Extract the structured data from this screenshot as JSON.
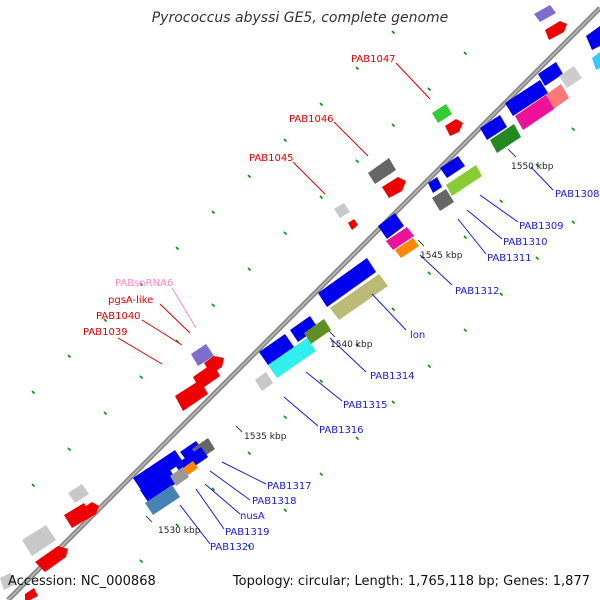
{
  "title": "Pyrococcus abyssi GE5, complete genome",
  "footer": {
    "accession": "Accession: NC_000868",
    "summary": "Topology: circular; Length: 1,765,118 bp; Genes: 1,877"
  },
  "scale_labels": [
    "1530 kbp",
    "1535 kbp",
    "1540 kbp",
    "1545 kbp",
    "1550 kbp"
  ],
  "gene_labels_top": [
    "PAB1047",
    "PAB1046",
    "PAB1045",
    "PABsnRNA6",
    "pgsA-like",
    "PAB1040",
    "PAB1039"
  ],
  "gene_labels_bottom": [
    "PAB1308",
    "PAB1309",
    "PAB1310",
    "PAB1311",
    "PAB1312",
    "lon",
    "PAB1314",
    "PAB1315",
    "PAB1316",
    "PAB1317",
    "PAB1318",
    "nusA",
    "PAB1319",
    "PAB1320"
  ],
  "colors": {
    "label_top": "#e00000",
    "label_rna": "#ff88c8",
    "label_bottom": "#1a1ae6",
    "axis": "#888888",
    "tick": "#009900"
  }
}
